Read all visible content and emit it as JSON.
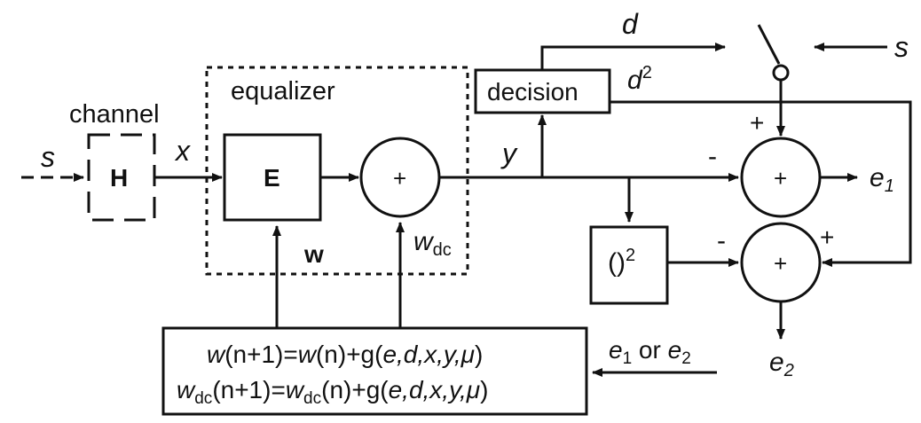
{
  "labels": {
    "s_in": "s",
    "channel": "channel",
    "H": "H",
    "x": "x",
    "equalizer": "equalizer",
    "E": "E",
    "plus_main": "+",
    "w": "w",
    "w_dc": "w",
    "w_dc_sub": "dc",
    "y": "y",
    "decision": "decision",
    "d": "d",
    "d2": "d",
    "d2_sup": "2",
    "s_switch": "s",
    "plus_top_sign": "+",
    "minus_top_sign": "-",
    "plus_e1": "+",
    "e1": "e",
    "e1_sub": "1",
    "square_box": "()",
    "square_box_sup": "2",
    "minus_bottom_sign": "-",
    "plus_bottom_sign": "+",
    "plus_e2": "+",
    "e2": "e",
    "e2_sub": "2",
    "error_input": {
      "e_a": "e",
      "sub_a": "1",
      "or": " or ",
      "e_b": "e",
      "sub_b": "2"
    },
    "update1": {
      "w1": "w",
      "t1": "(n+1)=",
      "w2": "w",
      "t2": "(n)+g(",
      "args": "e,d,x,y,μ",
      "close": ")"
    },
    "update2": {
      "w1": "w",
      "sub1": "dc",
      "t1": "(n+1)=",
      "w2": "w",
      "sub2": "dc",
      "t2": "(n)+g(",
      "args": "e,d,x,y,μ",
      "close": ")"
    }
  }
}
